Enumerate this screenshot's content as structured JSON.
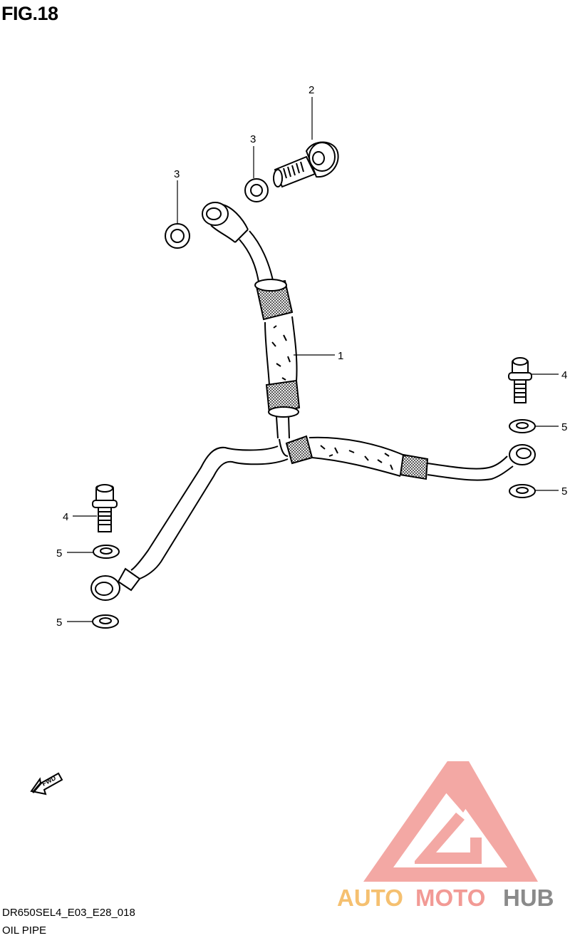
{
  "figure": {
    "title": "FIG.18"
  },
  "callouts": {
    "c1": "1",
    "c2": "2",
    "c3a": "3",
    "c3b": "3",
    "c4a": "4",
    "c4b": "4",
    "c5a": "5",
    "c5b": "5",
    "c5c": "5",
    "c5d": "5"
  },
  "fwd": {
    "label": "FWD"
  },
  "footer": {
    "code": "DR650SEL4_E03_E28_018",
    "name": "OIL PIPE"
  },
  "watermark": {
    "brand": "AUTOMOTOHUB",
    "colors": {
      "triangle": "#f29a95",
      "auto": "#f5c070",
      "moto": "#f29a95",
      "hub": "#8a8a8a"
    }
  }
}
